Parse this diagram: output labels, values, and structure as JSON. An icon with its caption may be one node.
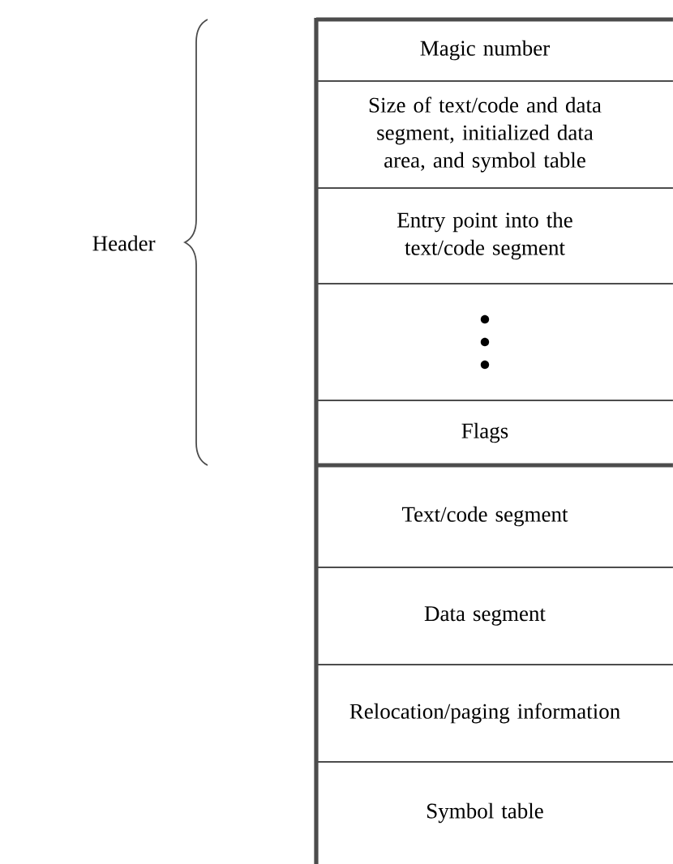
{
  "diagram": {
    "nodes": [
      {
        "text": [
          "Magic number"
        ]
      },
      {
        "text": [
          "Size of text/code and data segment, initialized data area, and symbol table"
        ]
      },
      {
        "text": [
          "Entry point into the text/code segment"
        ]
      },
      {
        "text": [],
        "shape": "box"
      },
      {
        "text": [
          "Flags"
        ]
      },
      {
        "text": [
          "Text/code segment"
        ]
      },
      {
        "text": [
          "Data segment"
        ]
      },
      {
        "text": [
          "Relocation/paging information"
        ]
      },
      {
        "text": [
          "Symbol table"
        ]
      }
    ],
    "labels": [
      "Header"
    ]
  }
}
